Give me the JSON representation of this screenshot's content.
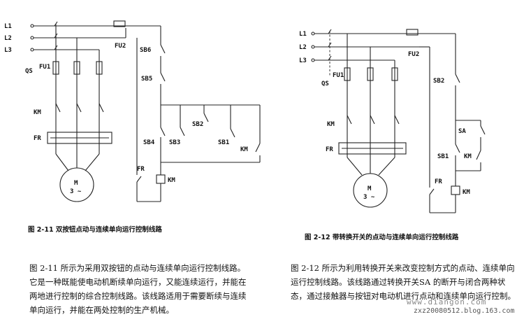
{
  "left": {
    "labels": {
      "l1": "L1",
      "l2": "L2",
      "l3": "L3",
      "qs": "QS",
      "fu1": "FU1",
      "fu2": "FU2",
      "km_main": "KM",
      "fr": "FR",
      "motor": "M",
      "motor_phase": "3 ~",
      "sb6": "SB6",
      "sb5": "SB5",
      "sb4": "SB4",
      "sb3": "SB3",
      "sb2": "SB2",
      "sb1": "SB1",
      "km_aux": "KM",
      "fr_contact": "FR",
      "km_coil": "KM"
    },
    "caption": "图 2-11   双按钮点动与连续单向运行控制线路",
    "paragraph": "图 2-11 所示为采用双按钮的点动与连续单向运行控制线路。它是一种既能使电动机断续单向运行，又能连续运行，并能在两地进行控制的综合控制线路。该线路适用于需要断续与连续单向运行，并能在两处控制的生产机械。"
  },
  "right": {
    "labels": {
      "l1": "L1",
      "l2": "L2",
      "l3": "L3",
      "qs": "QS",
      "fu1": "FU1",
      "fu2": "FU2",
      "km_main": "KM",
      "fr": "FR",
      "motor": "M",
      "motor_phase": "3 ~",
      "sb2": "SB2",
      "sa": "SA",
      "sb1": "SB1",
      "km_aux": "KM",
      "fr_contact": "FR",
      "km_coil": "KM"
    },
    "caption": "图 2-12   带转换开关的点动与连续单向运行控制线路",
    "paragraph": "图 2-12 所示为利用转换开关来改变控制方式的点动、连续单向运行控制线路。该线路通过转换开关SA 的断开与闭合两种状态，通过接触器与按钮对电动机进行点动和连续单向运行控制。"
  },
  "watermark": {
    "site": "www.diangon.com",
    "blog": "zxz20080512.blog.163.com"
  }
}
